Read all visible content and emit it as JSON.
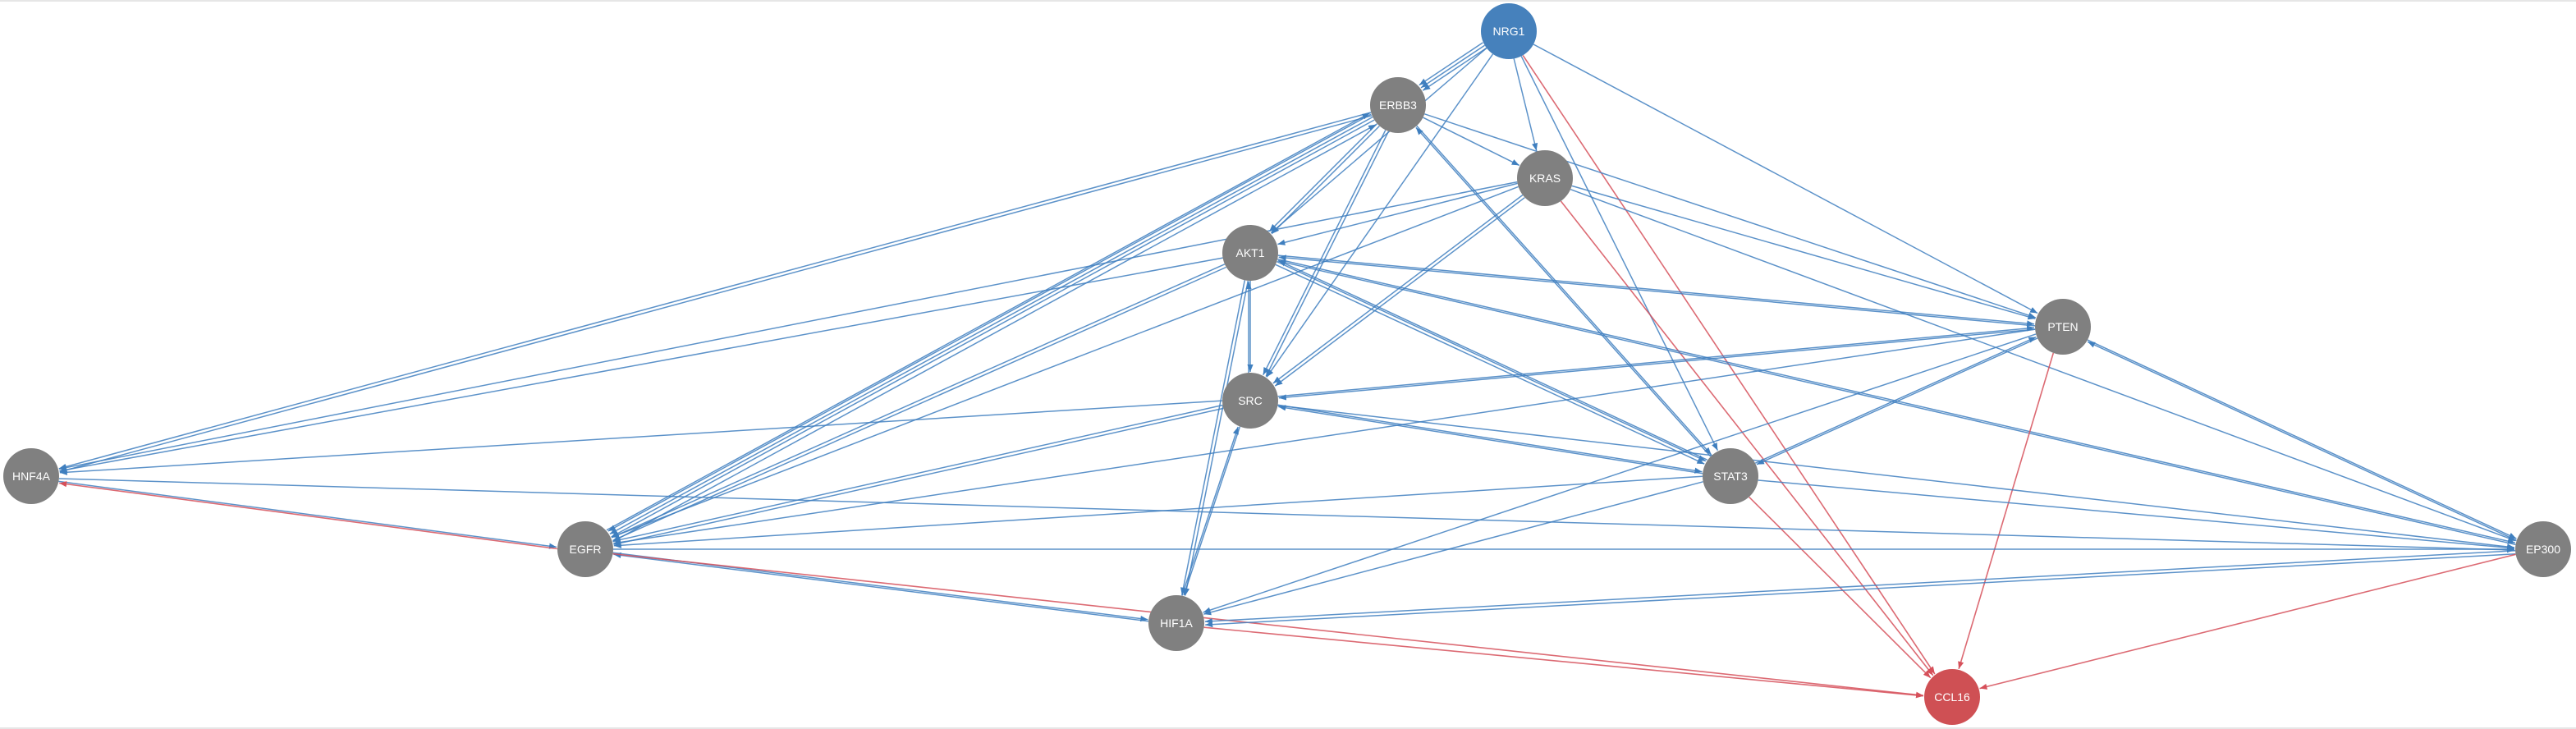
{
  "colors": {
    "blue_edge": "#3f7fbf",
    "red_edge": "#d6505a",
    "node_default": "#808080",
    "node_source": "#4681bc",
    "node_target": "#cf5054",
    "label": "#ffffff"
  },
  "nodes": [
    {
      "id": "NRG1",
      "label": "NRG1",
      "kind": "source"
    },
    {
      "id": "ERBB3",
      "label": "ERBB3",
      "kind": "default"
    },
    {
      "id": "KRAS",
      "label": "KRAS",
      "kind": "default"
    },
    {
      "id": "AKT1",
      "label": "AKT1",
      "kind": "default"
    },
    {
      "id": "PTEN",
      "label": "PTEN",
      "kind": "default"
    },
    {
      "id": "SRC",
      "label": "SRC",
      "kind": "default"
    },
    {
      "id": "HNF4A",
      "label": "HNF4A",
      "kind": "default"
    },
    {
      "id": "STAT3",
      "label": "STAT3",
      "kind": "default"
    },
    {
      "id": "EGFR",
      "label": "EGFR",
      "kind": "default"
    },
    {
      "id": "EP300",
      "label": "EP300",
      "kind": "default"
    },
    {
      "id": "HIF1A",
      "label": "HIF1A",
      "kind": "default"
    },
    {
      "id": "CCL16",
      "label": "CCL16",
      "kind": "target"
    }
  ],
  "edges": [
    [
      "NRG1",
      "ERBB3",
      "blue"
    ],
    [
      "NRG1",
      "ERBB3",
      "blue"
    ],
    [
      "NRG1",
      "ERBB3",
      "blue"
    ],
    [
      "NRG1",
      "KRAS",
      "blue"
    ],
    [
      "NRG1",
      "AKT1",
      "blue"
    ],
    [
      "NRG1",
      "SRC",
      "blue"
    ],
    [
      "NRG1",
      "PTEN",
      "blue"
    ],
    [
      "NRG1",
      "STAT3",
      "blue"
    ],
    [
      "NRG1",
      "CCL16",
      "red"
    ],
    [
      "ERBB3",
      "KRAS",
      "blue"
    ],
    [
      "ERBB3",
      "AKT1",
      "blue"
    ],
    [
      "ERBB3",
      "AKT1",
      "blue"
    ],
    [
      "ERBB3",
      "SRC",
      "blue"
    ],
    [
      "ERBB3",
      "SRC",
      "blue"
    ],
    [
      "ERBB3",
      "PTEN",
      "blue"
    ],
    [
      "ERBB3",
      "STAT3",
      "blue"
    ],
    [
      "ERBB3",
      "HNF4A",
      "blue"
    ],
    [
      "ERBB3",
      "HNF4A",
      "blue"
    ],
    [
      "ERBB3",
      "EGFR",
      "blue"
    ],
    [
      "ERBB3",
      "EGFR",
      "blue"
    ],
    [
      "ERBB3",
      "EGFR",
      "blue"
    ],
    [
      "EGFR",
      "ERBB3",
      "blue"
    ],
    [
      "EGFR",
      "ERBB3",
      "blue"
    ],
    [
      "KRAS",
      "AKT1",
      "blue"
    ],
    [
      "KRAS",
      "SRC",
      "blue"
    ],
    [
      "KRAS",
      "SRC",
      "blue"
    ],
    [
      "KRAS",
      "PTEN",
      "blue"
    ],
    [
      "KRAS",
      "EP300",
      "blue"
    ],
    [
      "KRAS",
      "HNF4A",
      "blue"
    ],
    [
      "KRAS",
      "EGFR",
      "blue"
    ],
    [
      "KRAS",
      "CCL16",
      "red"
    ],
    [
      "AKT1",
      "SRC",
      "blue"
    ],
    [
      "SRC",
      "AKT1",
      "blue"
    ],
    [
      "AKT1",
      "PTEN",
      "blue"
    ],
    [
      "AKT1",
      "STAT3",
      "blue"
    ],
    [
      "AKT1",
      "STAT3",
      "blue"
    ],
    [
      "AKT1",
      "EP300",
      "blue"
    ],
    [
      "EP300",
      "AKT1",
      "blue"
    ],
    [
      "AKT1",
      "HNF4A",
      "blue"
    ],
    [
      "AKT1",
      "EGFR",
      "blue"
    ],
    [
      "AKT1",
      "EGFR",
      "blue"
    ],
    [
      "AKT1",
      "HIF1A",
      "blue"
    ],
    [
      "AKT1",
      "HIF1A",
      "blue"
    ],
    [
      "PTEN",
      "AKT1",
      "blue"
    ],
    [
      "PTEN",
      "SRC",
      "blue"
    ],
    [
      "PTEN",
      "STAT3",
      "blue"
    ],
    [
      "PTEN",
      "EP300",
      "blue"
    ],
    [
      "PTEN",
      "EGFR",
      "blue"
    ],
    [
      "PTEN",
      "HIF1A",
      "blue"
    ],
    [
      "PTEN",
      "CCL16",
      "red"
    ],
    [
      "SRC",
      "STAT3",
      "blue"
    ],
    [
      "STAT3",
      "SRC",
      "blue"
    ],
    [
      "SRC",
      "EP300",
      "blue"
    ],
    [
      "SRC",
      "HNF4A",
      "blue"
    ],
    [
      "SRC",
      "EGFR",
      "blue"
    ],
    [
      "SRC",
      "EGFR",
      "blue"
    ],
    [
      "SRC",
      "HIF1A",
      "blue"
    ],
    [
      "SRC",
      "PTEN",
      "blue"
    ],
    [
      "STAT3",
      "ERBB3",
      "blue"
    ],
    [
      "STAT3",
      "AKT1",
      "blue"
    ],
    [
      "STAT3",
      "PTEN",
      "blue"
    ],
    [
      "STAT3",
      "EP300",
      "blue"
    ],
    [
      "STAT3",
      "EGFR",
      "blue"
    ],
    [
      "STAT3",
      "HIF1A",
      "blue"
    ],
    [
      "STAT3",
      "CCL16",
      "red"
    ],
    [
      "HNF4A",
      "EP300",
      "blue"
    ],
    [
      "HNF4A",
      "EGFR",
      "blue"
    ],
    [
      "EGFR",
      "HNF4A",
      "red"
    ],
    [
      "EGFR",
      "HIF1A",
      "blue"
    ],
    [
      "HIF1A",
      "EGFR",
      "blue"
    ],
    [
      "EGFR",
      "EP300",
      "blue"
    ],
    [
      "EGFR",
      "CCL16",
      "red"
    ],
    [
      "EP300",
      "HIF1A",
      "blue"
    ],
    [
      "EP300",
      "HIF1A",
      "blue"
    ],
    [
      "EP300",
      "PTEN",
      "blue"
    ],
    [
      "EP300",
      "CCL16",
      "red"
    ],
    [
      "HIF1A",
      "SRC",
      "blue"
    ],
    [
      "HIF1A",
      "CCL16",
      "red"
    ]
  ]
}
